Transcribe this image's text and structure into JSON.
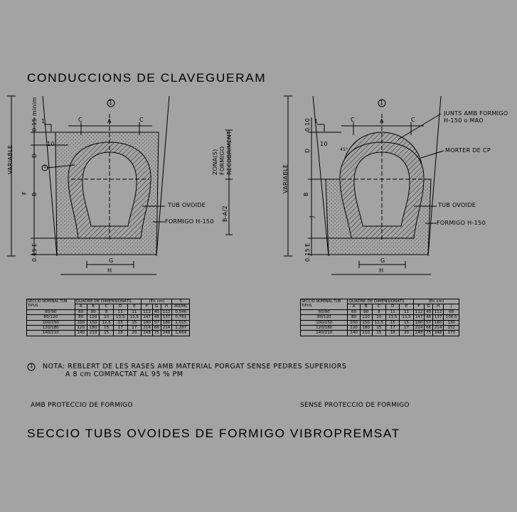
{
  "title": "CONDUCCIONS DE CLAVEGUERAM",
  "bottom_title": "SECCIO TUBS OVOIDES DE FORMIGO VIBROPREMSAT",
  "left_caption": "AMB PROTECCIO DE FORMIGO",
  "right_caption": "SENSE PROTECCIO DE FORMIGO",
  "note": {
    "mark": "1",
    "line1": "NOTA: REBLERT DE LES RASES AMB MATERIAL PORGAT SENSE PEDRES SUPERIORS",
    "line2": "A 8 cm COMPACTAT AL 95 % PM"
  },
  "left_drawing": {
    "circle_mark": "1",
    "dims": {
      "A": "A",
      "C1": "C",
      "C2": "C",
      "B": "B",
      "F": "F",
      "G": "G",
      "H": "H",
      "D": "D",
      "E": "E"
    },
    "vertical": {
      "variable": "VARIABLE",
      "d_val": "0.15 minim",
      "e_val": "0.15"
    },
    "slope": "10",
    "slope1": "1",
    "s_mark": "S",
    "zona_labels": [
      "ZONA(S)",
      "FORMIGO",
      "RECOBRIMENT"
    ],
    "b_a2": "B-A/2",
    "callouts": [
      "TUB OVOIDE",
      "FORMIGO H-150"
    ]
  },
  "right_drawing": {
    "circle_mark": "1",
    "dims": {
      "A": "A",
      "C1": "C",
      "C2": "C",
      "B": "B",
      "J": "J",
      "G": "G",
      "H": "H",
      "D": "D",
      "E": "E"
    },
    "vertical": {
      "variable": "VARIABLE",
      "d_val": "0.10",
      "e_val": "0.15"
    },
    "slope": "10",
    "slope1": "1",
    "deg": "45°",
    "callouts": [
      "JUNTS AMB FORMIGO",
      "H-150 o MAO",
      "MORTER DE CP",
      "TUB OVOIDE",
      "FORMIGO H-150"
    ]
  },
  "left_table": {
    "sec_header": "SECCIO NOMINAL TUB",
    "tipus": "TIPUS",
    "quadre": "QUADRE DE DIMENSIONATS",
    "units": "(En cm)",
    "s_mark": "S",
    "s_unit": "M3/ML",
    "cols": [
      "A",
      "B",
      "C",
      "D",
      "E",
      "F",
      "G",
      "H"
    ],
    "rows": [
      [
        "60/90",
        "60",
        "90",
        "8",
        "11",
        "11",
        "112",
        "40",
        "112",
        "0,546"
      ],
      [
        "80/120",
        "80",
        "120",
        "10",
        "13,5",
        "13,5",
        "147",
        "46",
        "137",
        "0,761"
      ],
      [
        "100/150",
        "100",
        "150",
        "12,5",
        "15",
        "15",
        "180",
        "57",
        "180",
        "1,015"
      ],
      [
        "120/180",
        "120",
        "180",
        "15",
        "17",
        "17",
        "214",
        "66",
        "214",
        "1,287"
      ],
      [
        "140/210",
        "140",
        "210",
        "15",
        "18",
        "20",
        "248",
        "75",
        "248",
        "1,664"
      ]
    ]
  },
  "right_table": {
    "sec_header": "SECCIO NOMINAL TUB",
    "tipus": "TIPUS",
    "quadre": "QUADRE DE DIMENSIONATS",
    "units": "(En cm)",
    "cols": [
      "A",
      "B",
      "C",
      "D",
      "E",
      "F",
      "G",
      "H",
      "J"
    ],
    "rows": [
      [
        "60/90",
        "60",
        "90",
        "8",
        "11",
        "11",
        "112",
        "40",
        "112",
        "68"
      ],
      [
        "80/120",
        "80",
        "120",
        "10",
        "13,5",
        "13,5",
        "147",
        "46",
        "137",
        "108,5"
      ],
      [
        "100/150",
        "100",
        "150",
        "12,5",
        "15",
        "15",
        "180",
        "57",
        "180",
        "130"
      ],
      [
        "120/180",
        "120",
        "180",
        "15",
        "17",
        "17",
        "214",
        "66",
        "214",
        "152"
      ],
      [
        "140/210",
        "140",
        "210",
        "15",
        "18",
        "20",
        "248",
        "75",
        "248",
        "173"
      ]
    ]
  }
}
